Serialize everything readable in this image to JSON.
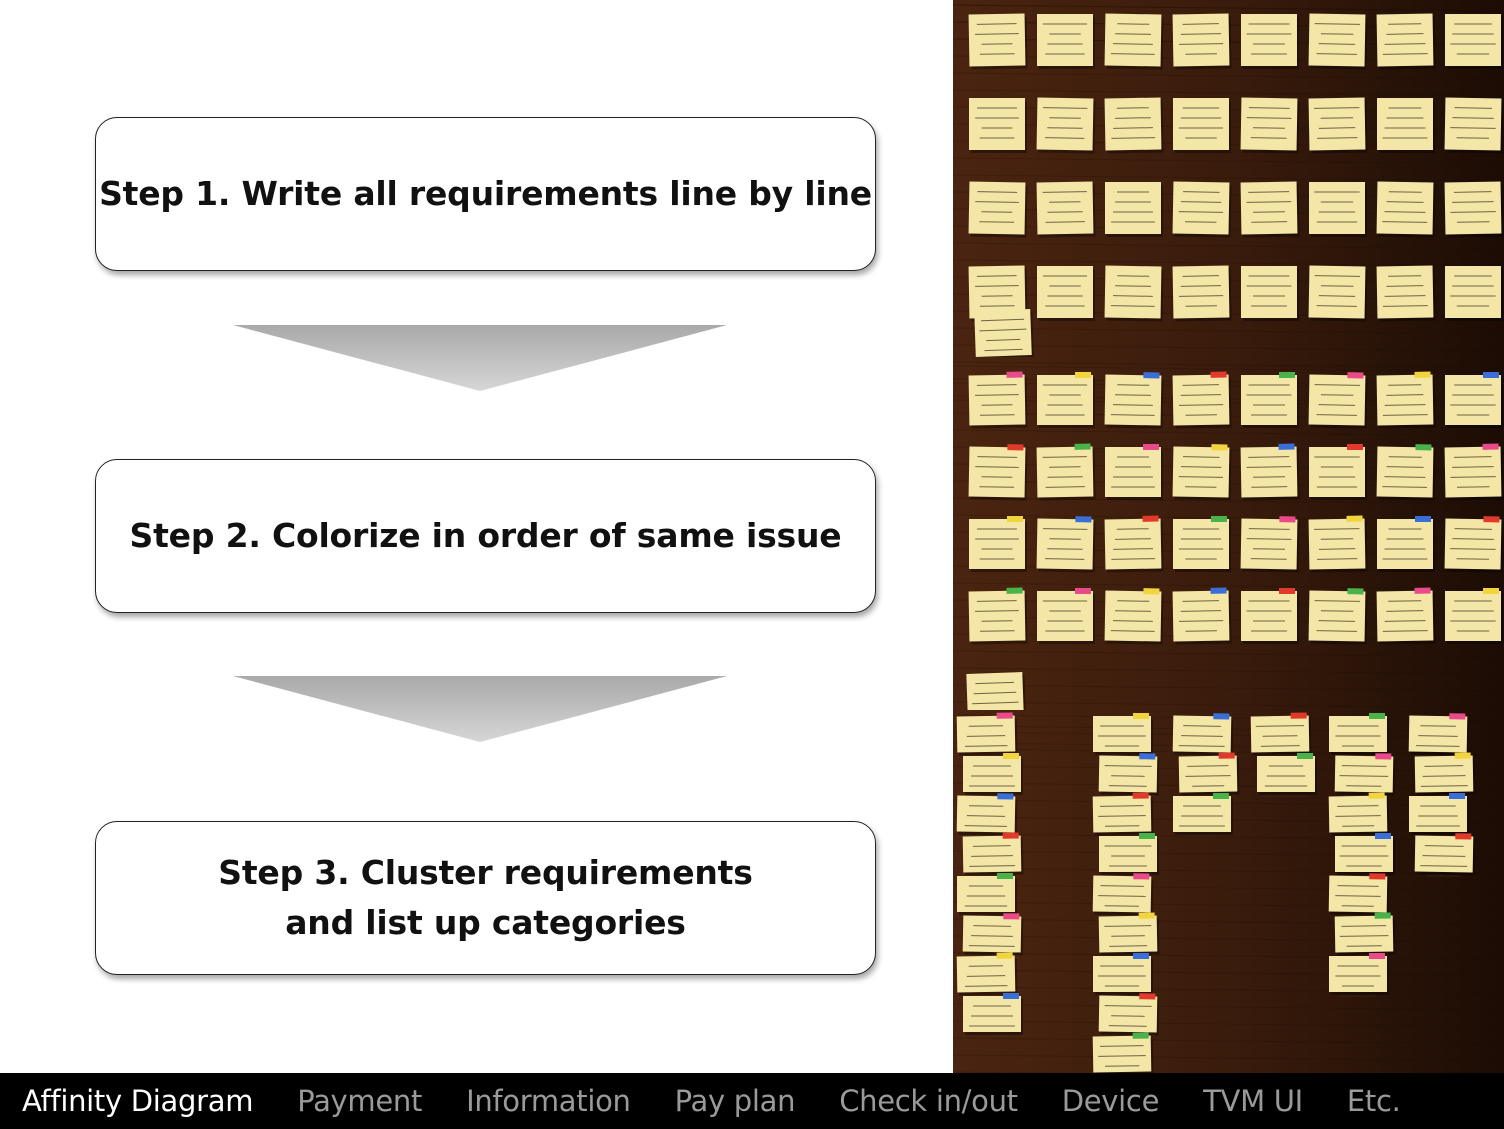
{
  "steps": [
    {
      "line1": "Step 1. Write all requirements line by line",
      "line2": ""
    },
    {
      "line1": "Step 2. Colorize in order of same issue",
      "line2": ""
    },
    {
      "line1": "Step 3. Cluster requirements",
      "line2": "and list up categories"
    }
  ],
  "footer": {
    "tabs": [
      {
        "label": "Affinity Diagram",
        "active": true
      },
      {
        "label": "Payment",
        "active": false
      },
      {
        "label": "Information",
        "active": false
      },
      {
        "label": "Pay plan",
        "active": false
      },
      {
        "label": "Check in/out",
        "active": false
      },
      {
        "label": "Device",
        "active": false
      },
      {
        "label": "TVM UI",
        "active": false
      },
      {
        "label": "Etc.",
        "active": false
      }
    ]
  },
  "colors": {
    "footer_bg": "#000000",
    "footer_active": "#ffffff",
    "footer_inactive": "#9a9a9a",
    "arrow": "#b8b8b8",
    "sticky_note": "#f3e6a6",
    "wood": "#3a1c0c",
    "tab_flags": [
      "#e84a8a",
      "#f2d53c",
      "#3b6fd8",
      "#e23a2a",
      "#49b34a"
    ]
  },
  "photos": [
    {
      "name": "photo-step-1",
      "description_icon": "sticky-notes-wall-icon"
    },
    {
      "name": "photo-step-2",
      "description_icon": "colored-sticky-notes-wall-icon"
    },
    {
      "name": "photo-step-3",
      "description_icon": "clustered-sticky-notes-wall-icon"
    }
  ]
}
